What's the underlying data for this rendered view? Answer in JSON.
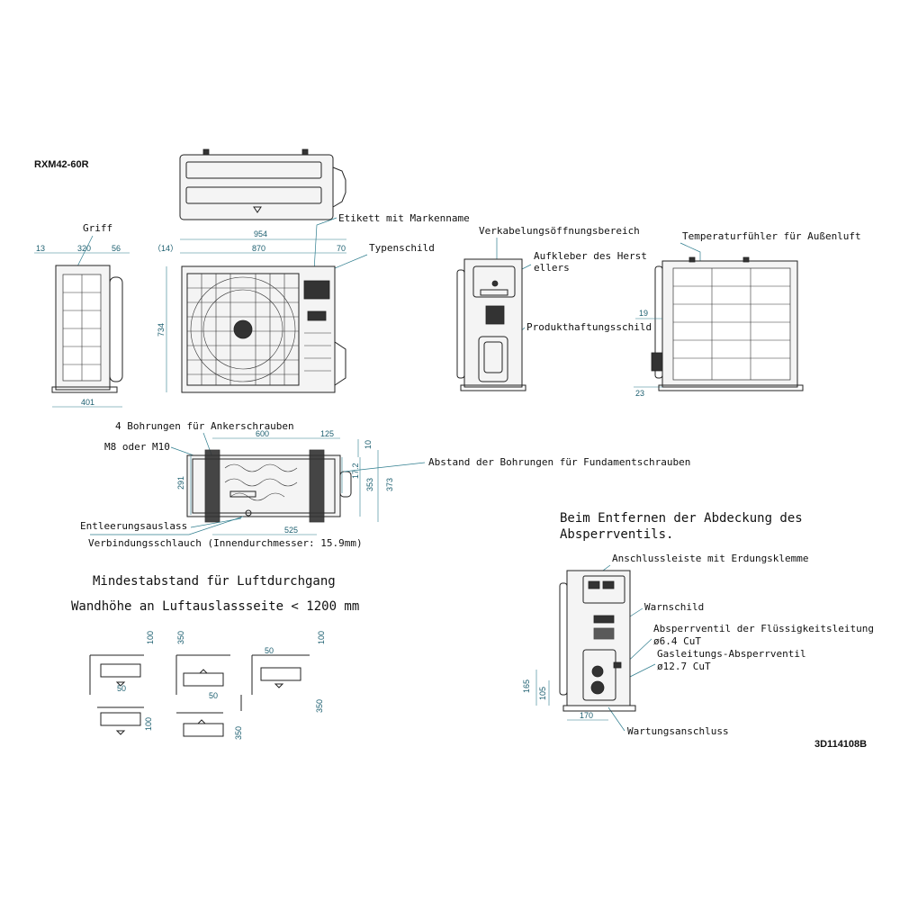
{
  "model": "RXM42-60R",
  "document_id": "3D114108B",
  "labels": {
    "griff": "Griff",
    "etikett": "Etikett mit Markenname",
    "typenschild": "Typenschild",
    "verkabelung": "Verkabelungsöffnungsbereich",
    "aufkleber_1": "Aufkleber des Herst",
    "aufkleber_2": "ellers",
    "produkthaftung": "Produkthaftungsschild",
    "temperatur": "Temperaturfühler für Außenluft",
    "bohrungen": "4 Bohrungen für Ankerschrauben",
    "m8": "M8 oder M10",
    "abstand_bohrungen": "Abstand der Bohrungen für Fundamentschrauben",
    "entleerung": "Entleerungsauslass",
    "verbindung": "Verbindungsschlauch (Innendurchmesser: 15.9mm)",
    "abdeckung_1": "Beim Entfernen der Abdeckung des",
    "abdeckung_2": "Absperrventils.",
    "mindestabstand": "Mindestabstand für Luftdurchgang",
    "wandhoehe": "Wandhöhe an Luftauslassseite < 1200 mm",
    "anschlussleiste": "Anschlussleiste mit Erdungsklemme",
    "warnschild": "Warnschild",
    "absperr_fluessig": "Absperrventil der Flüssigkeitsleitung",
    "dia_64": "ø6.4 CuT",
    "gasleitung": "Gasleitungs-Absperrventil",
    "dia_127": "ø12.7 CuT",
    "wartung": "Wartungsanschluss"
  },
  "dimensions": {
    "d13": "13",
    "d320": "320",
    "d56": "56",
    "d401": "401",
    "d14": "（14）",
    "d954": "954",
    "d870": "870",
    "d70": "70",
    "d734": "734",
    "d19": "19",
    "d23": "23",
    "d600": "600",
    "d125": "125",
    "d10": "10",
    "d291": "291",
    "d172": "17.2",
    "d353": "353",
    "d373": "373",
    "d525": "525",
    "c100a": "100",
    "c50a": "50",
    "c350a": "350",
    "c50b": "50",
    "c50c": "50",
    "c100b": "100",
    "c350b": "350",
    "c100c": "100",
    "c350c": "350",
    "d165": "165",
    "d105": "105",
    "d170": "170"
  },
  "colors": {
    "dimension": "#1c5f70",
    "line": "#222222"
  }
}
